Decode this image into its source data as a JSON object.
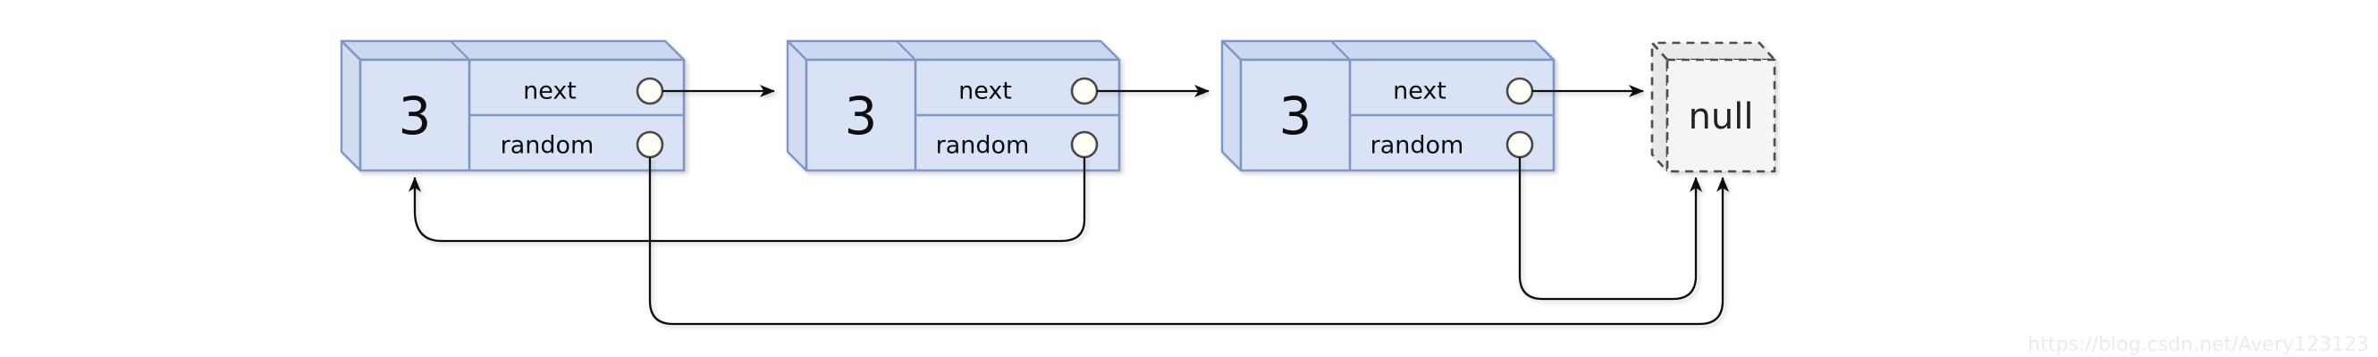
{
  "diagram": {
    "type": "linked-list-with-random-pointers",
    "nodes": [
      {
        "id": "node1",
        "value": "3",
        "pointer_rows": [
          "next",
          "random"
        ]
      },
      {
        "id": "node2",
        "value": "3",
        "pointer_rows": [
          "next",
          "random"
        ]
      },
      {
        "id": "node3",
        "value": "3",
        "pointer_rows": [
          "next",
          "random"
        ]
      }
    ],
    "labels": {
      "next": "next",
      "random": "random",
      "null_box": "null"
    },
    "edges": [
      {
        "from": "node1.next",
        "to": "node2"
      },
      {
        "from": "node2.next",
        "to": "node3"
      },
      {
        "from": "node3.next",
        "to": "null"
      },
      {
        "from": "node1.random",
        "to": "null"
      },
      {
        "from": "node2.random",
        "to": "node1"
      },
      {
        "from": "node3.random",
        "to": "null"
      }
    ],
    "colors": {
      "node_fill": "#dae3f5",
      "node_fill_top": "#ccd8ef",
      "node_fill_side": "#d2ddf2",
      "node_border": "#7e97c7",
      "port_fill": "#fffef7",
      "port_border": "#4a4a4a",
      "edge": "#111111",
      "null_fill": "#f5f5f5",
      "null_border": "#4d4d4d",
      "text": "#111111"
    }
  },
  "watermark": {
    "text": "https://blog.csdn.net/Avery123123",
    "color": "#ebebed"
  }
}
